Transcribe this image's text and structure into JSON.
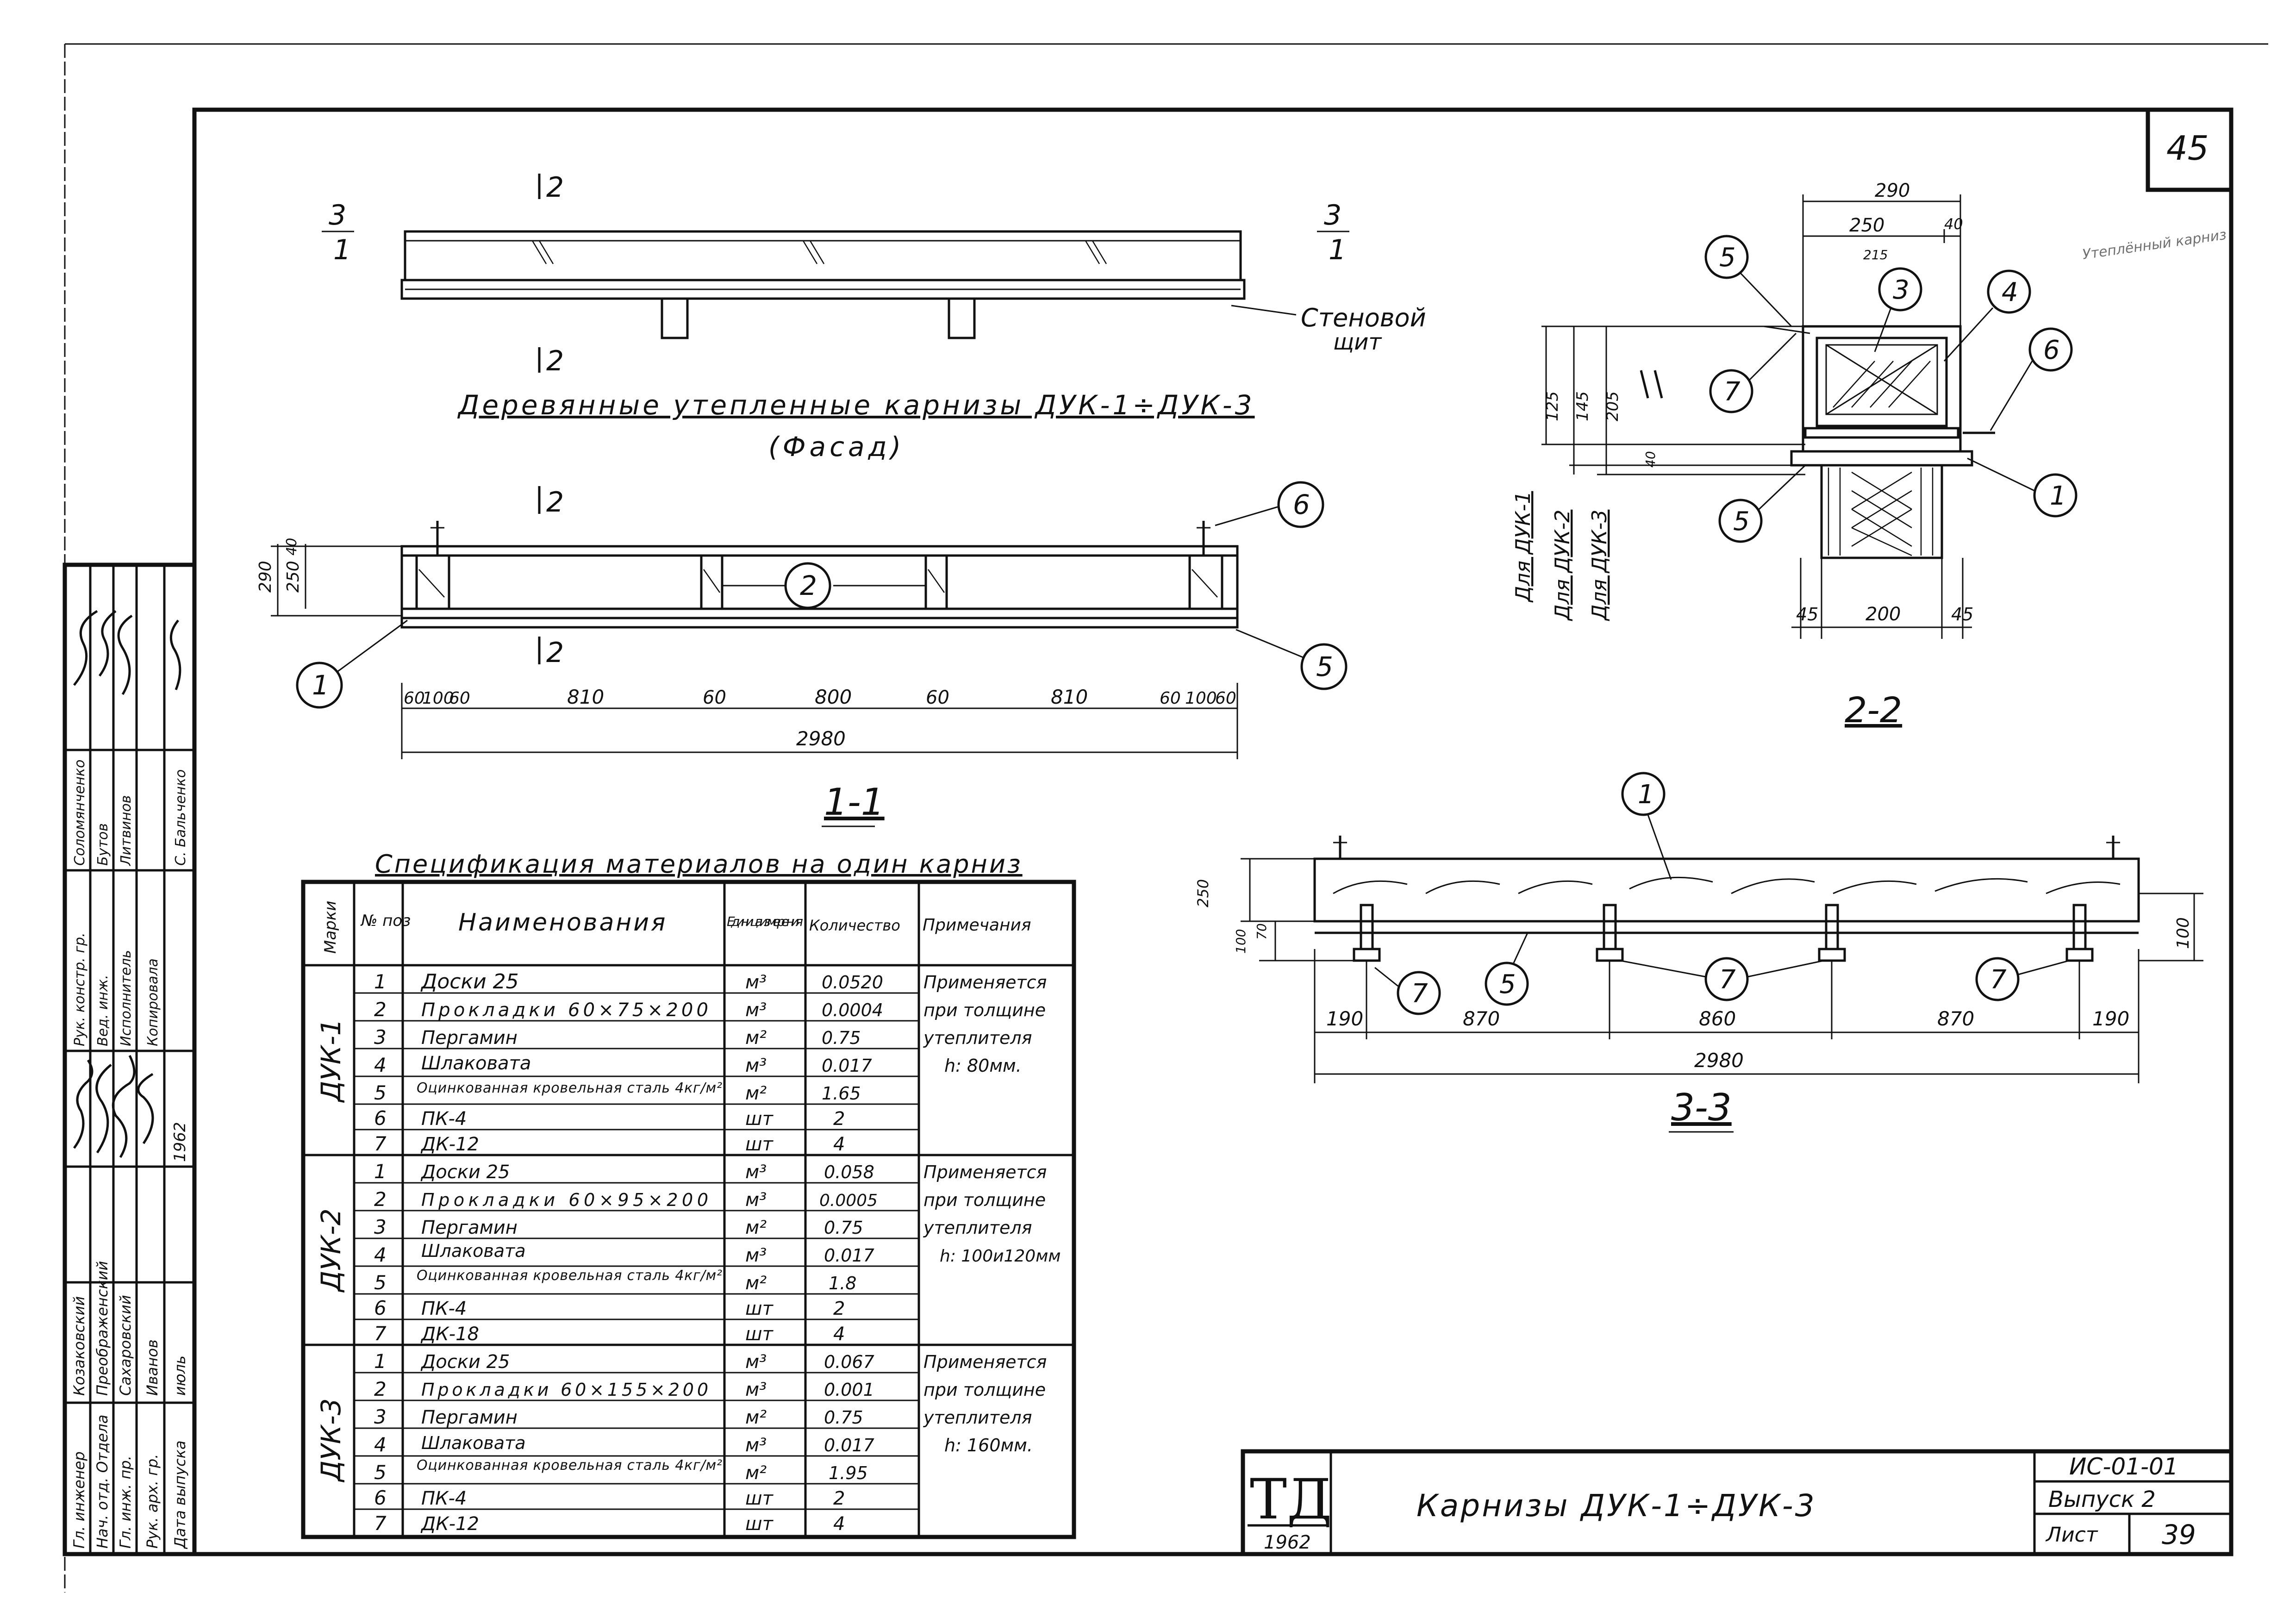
{
  "sheet": {
    "page_number": "45",
    "titleblock_code": "ИС-01-01",
    "titleblock_issue": "Выпуск 2",
    "titleblock_sheet_label": "Лист",
    "titleblock_sheet_number": "39",
    "logo_text": "ТД",
    "logo_year": "1962",
    "drawing_title": "Карнизы ДУК-1÷ДУК-3"
  },
  "facade": {
    "marker_left_num": "3",
    "marker_left_den": "1",
    "marker_right_num": "3",
    "marker_right_den": "1",
    "cut_top": "2",
    "cut_bottom": "2",
    "wall_label_1": "Стеновой",
    "wall_label_2": "щит",
    "title": "Деревянные утепленные карнизы ДУК-1÷ДУК-3",
    "subtitle": "(Фасад)"
  },
  "section_11": {
    "cut_top": "2",
    "cut_bottom": "2",
    "dim_total_height": "290",
    "dim_top": "40",
    "dim_inner": "250",
    "dims_bottom": [
      "60",
      "100",
      "60",
      "810",
      "60",
      "800",
      "60",
      "810",
      "60",
      "100",
      "60"
    ],
    "dim_overall": "2980",
    "callouts": [
      "1",
      "2",
      "5",
      "6"
    ],
    "title": "1-1"
  },
  "section_22": {
    "dim_top_total": "290",
    "dim_top_a": "250",
    "dim_top_b": "40",
    "dim_top_note": "215",
    "dim_125": "125",
    "dim_145": "145",
    "dim_205": "205",
    "dim_40": "40",
    "dim_bottom": [
      "45",
      "200",
      "45"
    ],
    "labels_vertical": [
      "Для ДУК-1",
      "Для ДУК-2",
      "Для ДУК-3"
    ],
    "callouts": [
      "5",
      "3",
      "4",
      "7",
      "6",
      "1",
      "5"
    ],
    "hand_note": "Утеплённый карниз",
    "title": "2-2"
  },
  "section_33": {
    "callouts": [
      "1",
      "7",
      "5",
      "7",
      "7"
    ],
    "dim_left_250": "250",
    "dim_left_100": "100",
    "dim_left_70": "70",
    "dim_right": "100",
    "dims_bottom": [
      "190",
      "870",
      "860",
      "870",
      "190"
    ],
    "dim_overall": "2980",
    "title": "3-3"
  },
  "spec": {
    "title": "Спецификация материалов на один карниз",
    "headers": {
      "mark": "Марки",
      "pos": "№ поз",
      "name": "Наименования",
      "unit": "Единица измере-ния",
      "qty": "Количество",
      "note": "Примечания"
    },
    "groups": [
      {
        "mark": "ДУК-1",
        "note": [
          "Применяется",
          "при толщине",
          "утеплителя",
          "h: 80мм."
        ],
        "rows": [
          {
            "pos": "1",
            "name": "Доски 25",
            "unit": "м³",
            "qty": "0.0520"
          },
          {
            "pos": "2",
            "name": "Прокладки 60×75×200",
            "unit": "м³",
            "qty": "0.0004"
          },
          {
            "pos": "3",
            "name": "Пергамин",
            "unit": "м²",
            "qty": "0.75"
          },
          {
            "pos": "4",
            "name": "Шлаковата",
            "unit": "м³",
            "qty": "0.017"
          },
          {
            "pos": "5",
            "name": "Оцинкованная кровельная сталь 4кг/м²",
            "unit": "м²",
            "qty": "1.65"
          },
          {
            "pos": "6",
            "name": "ПК-4",
            "unit": "шт",
            "qty": "2"
          },
          {
            "pos": "7",
            "name": "ДК-12",
            "unit": "шт",
            "qty": "4"
          }
        ]
      },
      {
        "mark": "ДУК-2",
        "note": [
          "Применяется",
          "при толщине",
          "утеплителя",
          "h: 100и120мм"
        ],
        "rows": [
          {
            "pos": "1",
            "name": "Доски 25",
            "unit": "м³",
            "qty": "0.058"
          },
          {
            "pos": "2",
            "name": "Прокладки 60×95×200",
            "unit": "м³",
            "qty": "0.0005"
          },
          {
            "pos": "3",
            "name": "Пергамин",
            "unit": "м²",
            "qty": "0.75"
          },
          {
            "pos": "4",
            "name": "Шлаковата",
            "unit": "м³",
            "qty": "0.017"
          },
          {
            "pos": "5",
            "name": "Оцинкованная кровельная сталь 4кг/м²",
            "unit": "м²",
            "qty": "1.8"
          },
          {
            "pos": "6",
            "name": "ПК-4",
            "unit": "шт",
            "qty": "2"
          },
          {
            "pos": "7",
            "name": "ДК-18",
            "unit": "шт",
            "qty": "4"
          }
        ]
      },
      {
        "mark": "ДУК-3",
        "note": [
          "Применяется",
          "при толщине",
          "утеплителя",
          "h: 160мм."
        ],
        "rows": [
          {
            "pos": "1",
            "name": "Доски 25",
            "unit": "м³",
            "qty": "0.067"
          },
          {
            "pos": "2",
            "name": "Прокладки 60×155×200",
            "unit": "м³",
            "qty": "0.001"
          },
          {
            "pos": "3",
            "name": "Пергамин",
            "unit": "м²",
            "qty": "0.75"
          },
          {
            "pos": "4",
            "name": "Шлаковата",
            "unit": "м³",
            "qty": "0.017"
          },
          {
            "pos": "5",
            "name": "Оцинкованная кровельная сталь 4кг/м²",
            "unit": "м²",
            "qty": "1.95"
          },
          {
            "pos": "6",
            "name": "ПК-4",
            "unit": "шт",
            "qty": "2"
          },
          {
            "pos": "7",
            "name": "ДК-12",
            "unit": "шт",
            "qty": "4"
          }
        ]
      }
    ]
  },
  "side_stamp": {
    "col_roles": [
      "Гл. инженер",
      "Нач. отд. Отдела",
      "Гл. инж. пр.",
      "Рук. арх. гр.",
      "Дата выпуска"
    ],
    "col_names": [
      "Козаковский",
      "Преображенский",
      "Сахаровский",
      "Иванов",
      "июль"
    ],
    "col_roles_2": [
      "Рук. констр. гр.",
      "Вед. инж.",
      "Исполнитель",
      "Копировала"
    ],
    "col_names_2": [
      "Соломянченко",
      "Бутов",
      "Литвинов",
      "С. Бальченко"
    ],
    "year": "1962"
  }
}
